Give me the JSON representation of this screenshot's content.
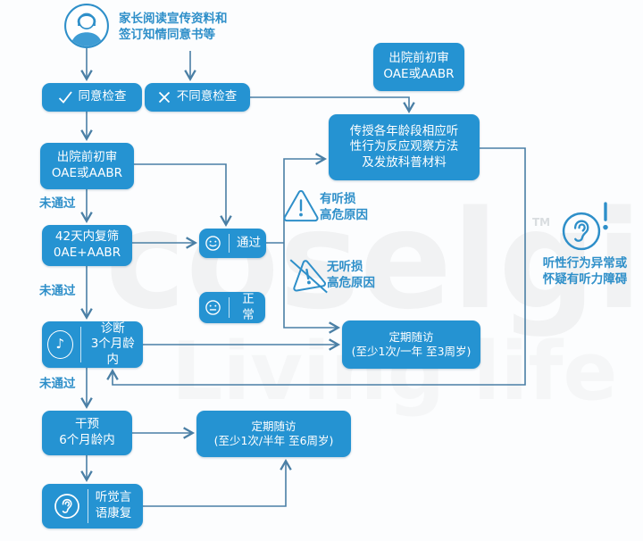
{
  "colors": {
    "node_blue": "#2593d2",
    "line_blue": "#4a7fa5",
    "label_blue": "#2e8fc9",
    "background": "#fcfdfe"
  },
  "watermark": {
    "brand": "coselgi",
    "tagline": "Living life",
    "trademark": "TM"
  },
  "nodes": {
    "parent_note": "家长阅读宣传资料和\n签订知情同意书等",
    "agree": "同意检查",
    "disagree": "不同意检查",
    "initial_screen": "出院前初审\nOAE或AABR",
    "initial_screen_discharge": "出院前初审\nOAE或AABR",
    "rescreen_42d": "42天内复筛\n0AE+AABR",
    "pass": "通过",
    "normal": "正常",
    "diagnosis": "诊断\n3个月龄内",
    "intervention": "干预\n6个月龄内",
    "rehab": "听觉言\n语康复",
    "teach_observation": "传授各年龄段相应听\n性行为反应观察方法\n及发放科普材料",
    "followup_3y": "定期随访\n(至少1次/一年 至3周岁)",
    "followup_6y": "定期随访\n(至少1次/半年 至6周岁)"
  },
  "labels": {
    "not_passed_1": "未通过",
    "not_passed_2": "未通过",
    "not_passed_3": "未通过",
    "risk_with_loss": "有听损\n高危原因",
    "risk_no_loss": "无听损\n高危原因",
    "abnormal_behavior": "听性行为异常或\n怀疑有听力障碍"
  }
}
